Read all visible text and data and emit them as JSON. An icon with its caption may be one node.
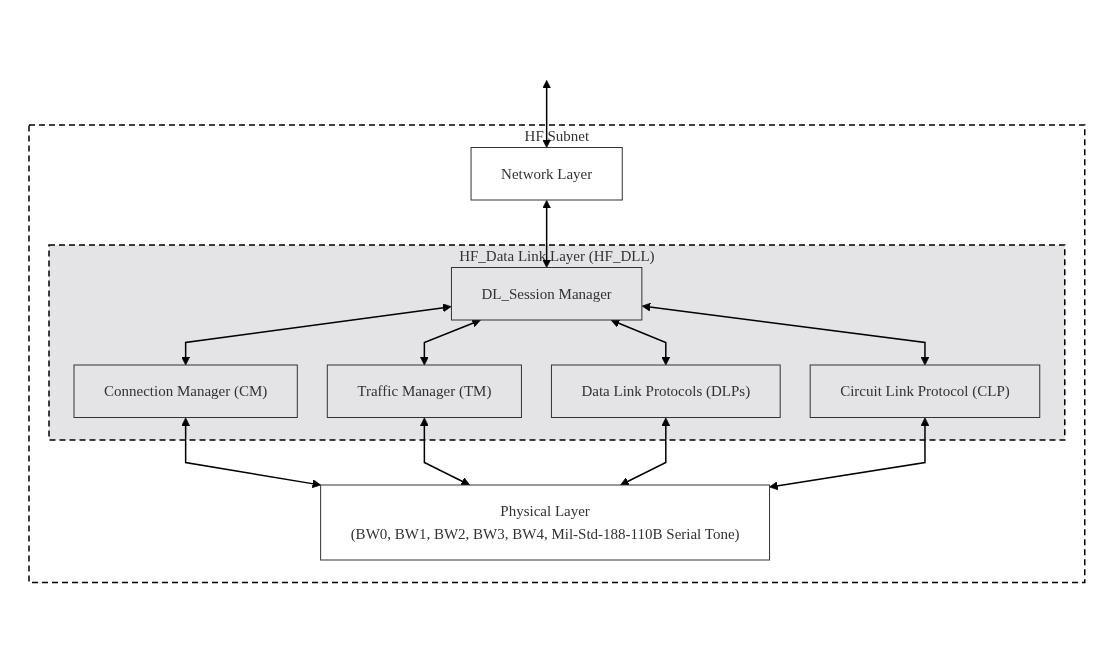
{
  "diagram": {
    "nodes": [
      {
        "text": [
          "HF Subnet"
        ]
      },
      {
        "text": [
          "Network Layer"
        ],
        "in": 0
      },
      {
        "text": [
          "HF_Data Link Layer (HF_DLL)"
        ],
        "in": 0
      },
      {
        "text": [
          "DL_Session Manager"
        ],
        "in": 2
      },
      {
        "text": [
          "Connection Manager (CM)"
        ],
        "in": 2
      },
      {
        "text": [
          "Traffic Manager (TM)"
        ],
        "in": 2
      },
      {
        "text": [
          "Data Link Protocols (DLPs)"
        ],
        "in": 2
      },
      {
        "text": [
          "Circuit Link Protocol (CLP)"
        ],
        "in": 2
      },
      {
        "text": [
          "Physical Layer",
          "(BW0, BW1, BW2, BW3, BW4, Mil-Std-188-110B Serial Tone)"
        ],
        "in": 0
      }
    ],
    "edges": [
      {
        "from": null,
        "to": 1,
        "arrow": "both"
      },
      {
        "from": 1,
        "to": 3,
        "arrow": "both"
      },
      {
        "from": 3,
        "to": 4,
        "arrow": "both"
      },
      {
        "from": 3,
        "to": 5,
        "arrow": "both"
      },
      {
        "from": 3,
        "to": 6,
        "arrow": "both"
      },
      {
        "from": 3,
        "to": 7,
        "arrow": "both"
      },
      {
        "from": 4,
        "to": 8,
        "arrow": "both"
      },
      {
        "from": 5,
        "to": 8,
        "arrow": "both"
      },
      {
        "from": 6,
        "to": 8,
        "arrow": "both"
      },
      {
        "from": 7,
        "to": 8,
        "arrow": "both"
      }
    ]
  }
}
